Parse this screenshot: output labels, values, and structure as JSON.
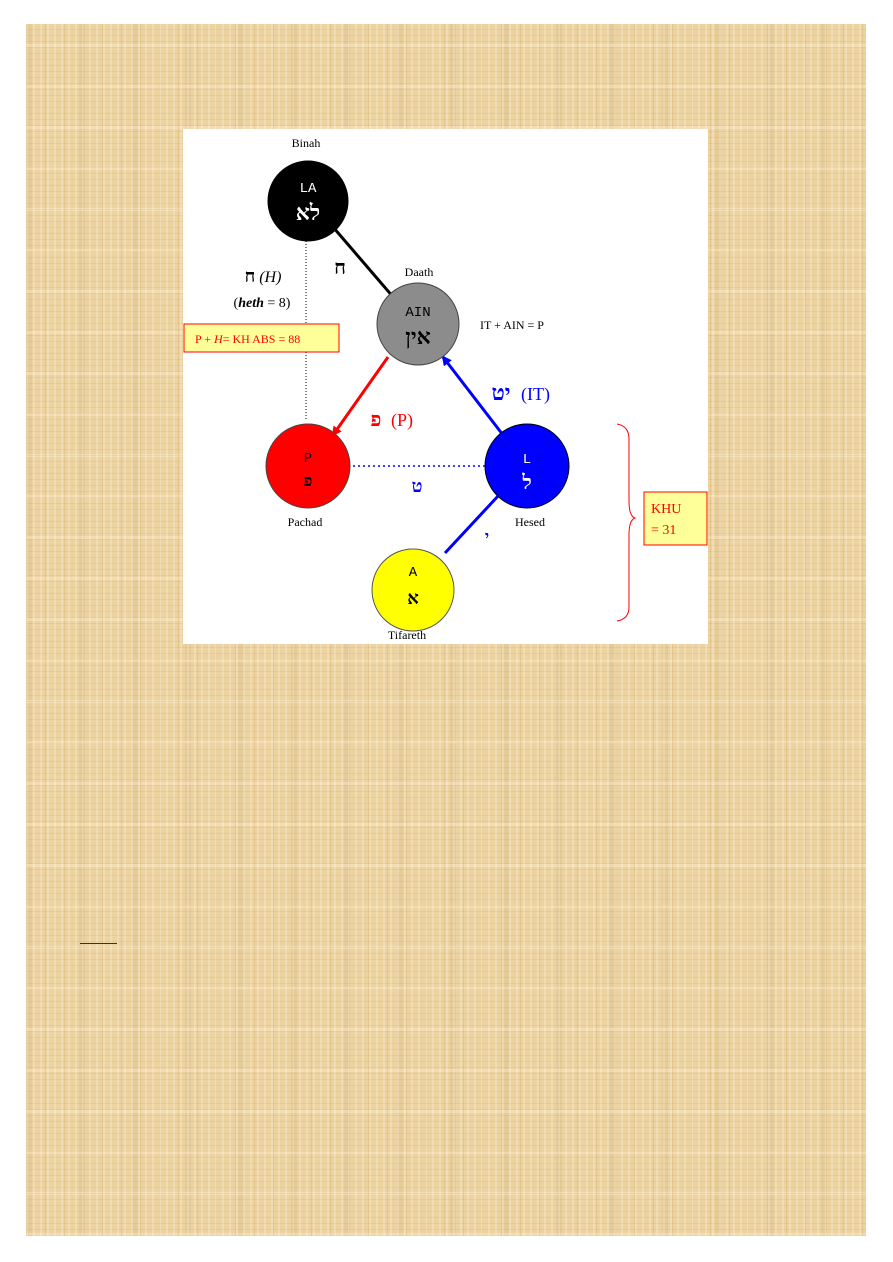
{
  "nodes": [
    {
      "id": "binah",
      "name": "Binah",
      "latin": "LA",
      "hebrew": "לא",
      "fill": "#000000",
      "text": "#ffffff"
    },
    {
      "id": "daath",
      "name": "Daath",
      "latin": "AIN",
      "hebrew": "אין",
      "fill": "#8c8c8c",
      "text": "#000000"
    },
    {
      "id": "pachad",
      "name": "Pachad",
      "latin": "P",
      "hebrew": "פ",
      "fill": "#ff0000",
      "text": "#000000"
    },
    {
      "id": "hesed",
      "name": "Hesed",
      "latin": "L",
      "hebrew": "ל",
      "fill": "#0000ff",
      "text": "#ffffff"
    },
    {
      "id": "tifareth",
      "name": "Tifareth",
      "latin": "A",
      "hebrew": "א",
      "fill": "#ffff00",
      "text": "#000000"
    }
  ],
  "paths": {
    "binah_daath": {
      "letter": "ח",
      "color": "#000000"
    },
    "daath_pachad": {
      "letter": "פ",
      "latin": "(P)",
      "color": "#ff0000"
    },
    "hesed_daath": {
      "letter": "יט",
      "latin": "(IT)",
      "color": "#0000ff"
    },
    "pachad_hesed": {
      "letter": "ט",
      "color": "#0000ff"
    },
    "hesed_tifareth": {
      "letter": "י",
      "color": "#0000ff"
    }
  },
  "annotations": {
    "heth_hebrew": "ח",
    "heth_paren": "(H)",
    "heth_value_word": "heth",
    "heth_value_rest": " = 8)",
    "heth_value_open": "(",
    "equation_it_ain": "IT + AIN = P",
    "box_khabs_part1": "P + ",
    "box_khabs_h": "H",
    "box_khabs_part2": "= KH ABS = 88",
    "box_khu_line1": "KHU",
    "box_khu_line2": "= 31"
  },
  "colors": {
    "paper": "#ecd3a0",
    "box_border": "#ff0000",
    "box_fill": "#ffff99",
    "box_text": "#ff0000",
    "brace": "#ff0000"
  }
}
